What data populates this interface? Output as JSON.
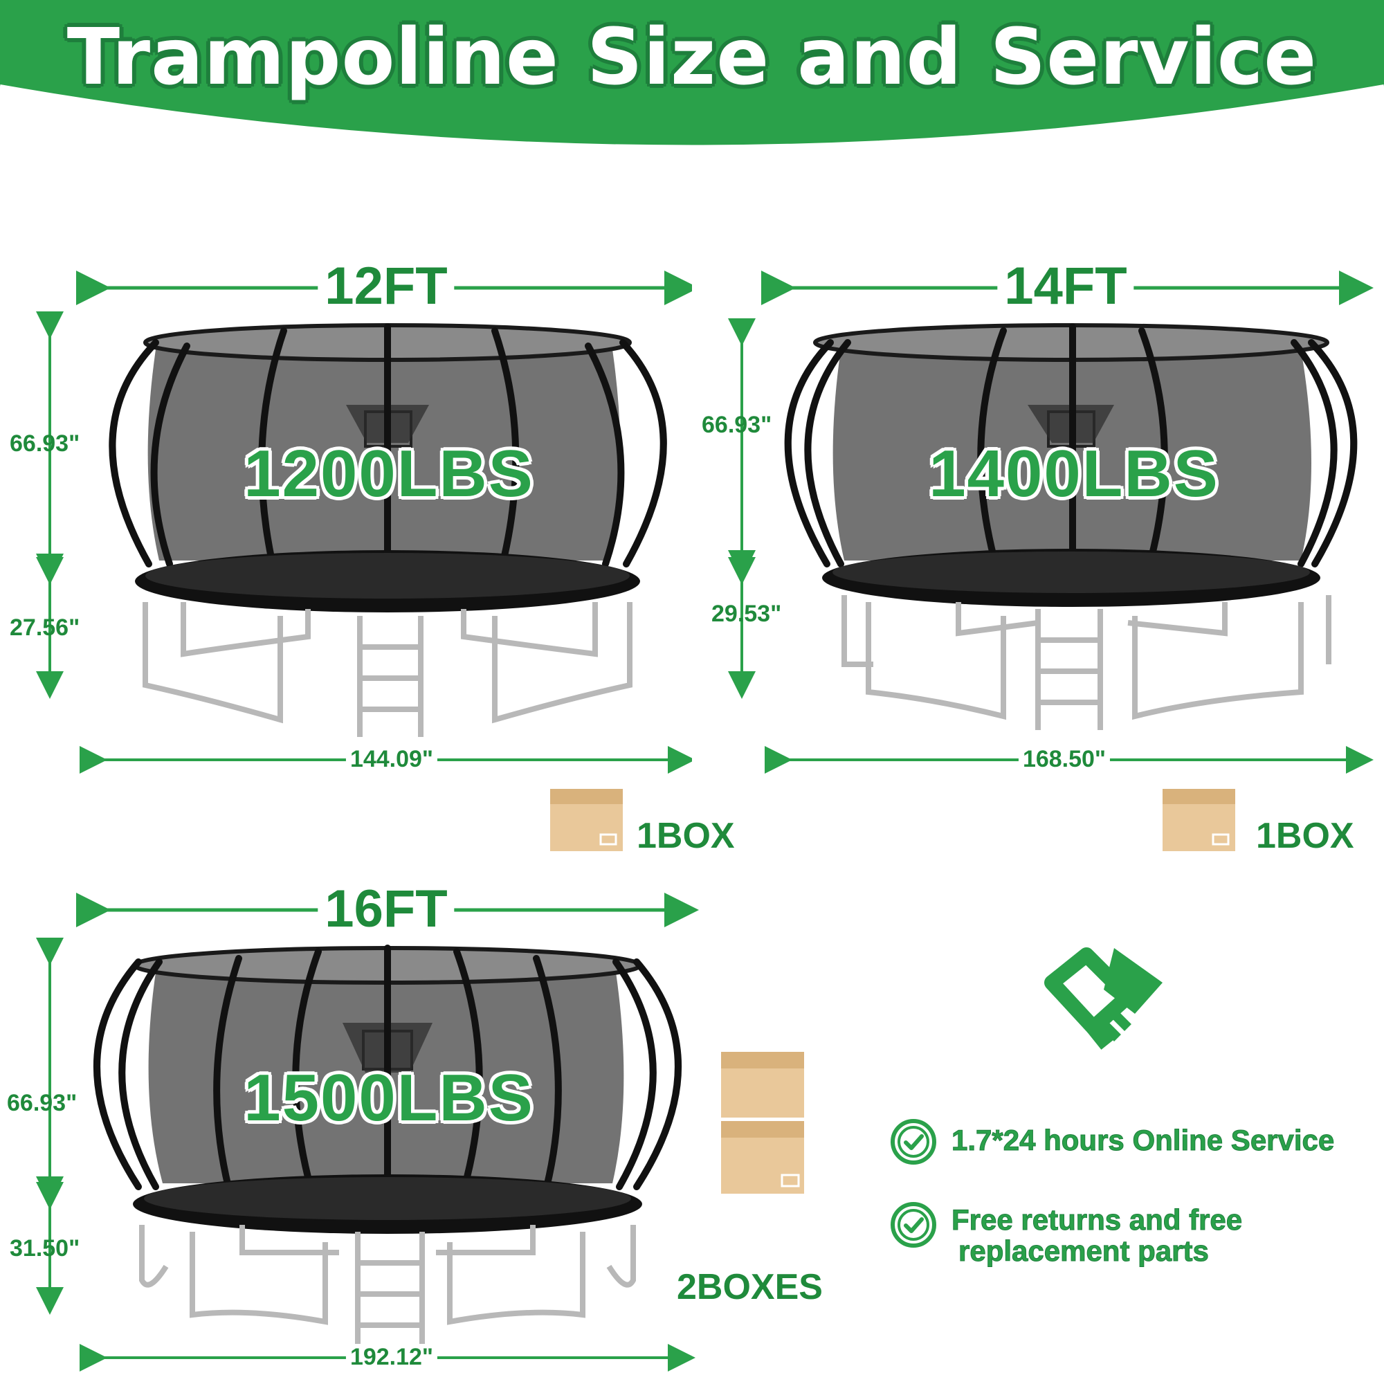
{
  "title": "Trampoline Size and Service",
  "colors": {
    "brand_green": "#2aa14a",
    "dark_green": "#1e7f3c",
    "box": "#e9c89a"
  },
  "trampolines": [
    {
      "size_label": "12FT",
      "load": "1200LBS",
      "enclosure_height": "66.93\"",
      "leg_height": "27.56\"",
      "width": "144.09\"",
      "box_label": "1BOX"
    },
    {
      "size_label": "14FT",
      "load": "1400LBS",
      "enclosure_height": "66.93\"",
      "leg_height": "29.53\"",
      "width": "168.50\"",
      "box_label": "1BOX"
    },
    {
      "size_label": "16FT",
      "load": "1500LBS",
      "enclosure_height": "66.93\"",
      "leg_height": "31.50\"",
      "width": "192.12\"",
      "box_label": "2BOXES"
    }
  ],
  "service": {
    "icon": "handshake-icon",
    "items": [
      {
        "icon": "check-circle-icon",
        "text": "1.7*24 hours Online Service"
      },
      {
        "icon": "check-circle-icon",
        "text_line1": "Free returns and free",
        "text_line2": "replacement parts"
      }
    ]
  }
}
